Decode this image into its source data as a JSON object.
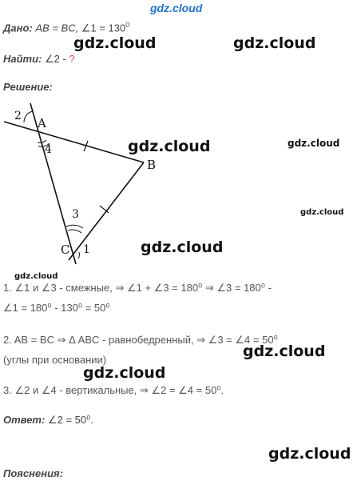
{
  "header": {
    "site": "gdz.cloud"
  },
  "given": {
    "label": "Дано:",
    "text1": "AB = BC,",
    "angle_sym": "∠",
    "text2": "1 = 130",
    "sup": "0"
  },
  "find": {
    "label": "Найти:",
    "angle_sym": "∠",
    "text": "2 -",
    "q": "?"
  },
  "solution": {
    "label": "Решение:"
  },
  "figure": {
    "labels": {
      "A": "A",
      "B": "B",
      "C": "C",
      "n1": "1",
      "n2": "2",
      "n3": "3",
      "n4": "4"
    }
  },
  "steps": {
    "s1_line1": "1. ∠1 и ∠3 - смежные, ⇒ ∠1 + ∠3 = 180⁰ ⇒ ∠3 = 180⁰ -",
    "s1_line2": "∠1 = 180⁰ - 130⁰ = 50⁰",
    "s2_line1": "2. AB = BC ⇒ Δ ABC - равнобедренный, ⇒ ∠3 = ∠4 = 50⁰",
    "s2_line2": "(углы при основании)",
    "s3_line1": "3. ∠2 и ∠4 - вертикальные, ⇒ ∠2 = ∠4 = 50⁰."
  },
  "answer": {
    "label": "Ответ:",
    "text": "∠2 = 50⁰."
  },
  "explanations": {
    "label": "Пояснения:"
  },
  "watermarks": {
    "w1": "gdz.cloud",
    "w2": "gdz.cloud",
    "w3": "gdz.cloud",
    "w4": "gdz.cloud",
    "w5": "gdz.cloud",
    "w6": "gdz.cloud",
    "w7": "gdz.cloud",
    "w8": "gdz.cloud",
    "w9": "gdz.cloud",
    "w10": "gdz.cloud"
  }
}
